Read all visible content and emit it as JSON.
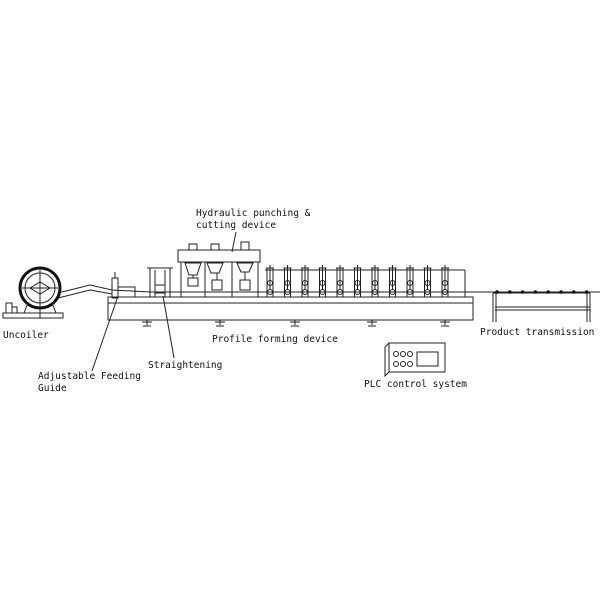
{
  "labels": {
    "hydraulic_line1": "Hydraulic punching &",
    "hydraulic_line2": "cutting device",
    "uncoiler": "Uncoiler",
    "profile_forming": "Profile forming device",
    "product_transmission": "Product transmission",
    "straightening": "Straightening",
    "feeding_line1": "Adjustable Feeding",
    "feeding_line2": "Guide",
    "plc": "PLC control system"
  },
  "colors": {
    "line": "#222222",
    "background": "#ffffff"
  }
}
